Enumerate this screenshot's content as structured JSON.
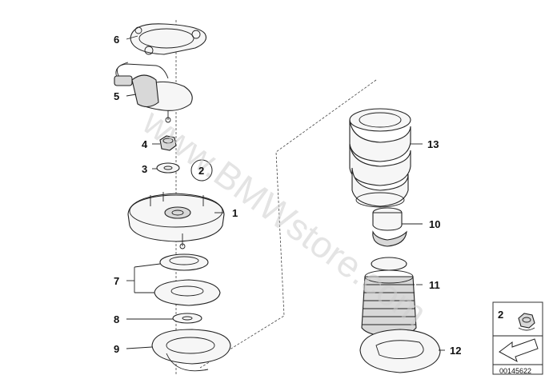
{
  "watermark": "www.BMWstore.com",
  "callouts": {
    "c1": "1",
    "c2": "2",
    "c3": "3",
    "c4": "4",
    "c5": "5",
    "c6": "6",
    "c7": "7",
    "c8": "8",
    "c9": "9",
    "c10": "10",
    "c11": "11",
    "c12": "12",
    "c13": "13"
  },
  "legend": {
    "label": "2",
    "code": "00145622"
  },
  "parts": [
    {
      "ref": "1",
      "icon": "support-bearing-icon"
    },
    {
      "ref": "2",
      "icon": "hex-nut-icon"
    },
    {
      "ref": "3",
      "icon": "washer-icon"
    },
    {
      "ref": "4",
      "icon": "nut-icon"
    },
    {
      "ref": "5",
      "icon": "sensor-connector-icon"
    },
    {
      "ref": "6",
      "icon": "gasket-plate-icon"
    },
    {
      "ref": "7",
      "icon": "bearing-set-icon"
    },
    {
      "ref": "8",
      "icon": "ring-icon"
    },
    {
      "ref": "9",
      "icon": "spring-seat-icon"
    },
    {
      "ref": "10",
      "icon": "bump-stop-icon"
    },
    {
      "ref": "11",
      "icon": "protective-tube-icon"
    },
    {
      "ref": "12",
      "icon": "lower-spring-pad-icon"
    },
    {
      "ref": "13",
      "icon": "coil-spring-icon"
    }
  ]
}
